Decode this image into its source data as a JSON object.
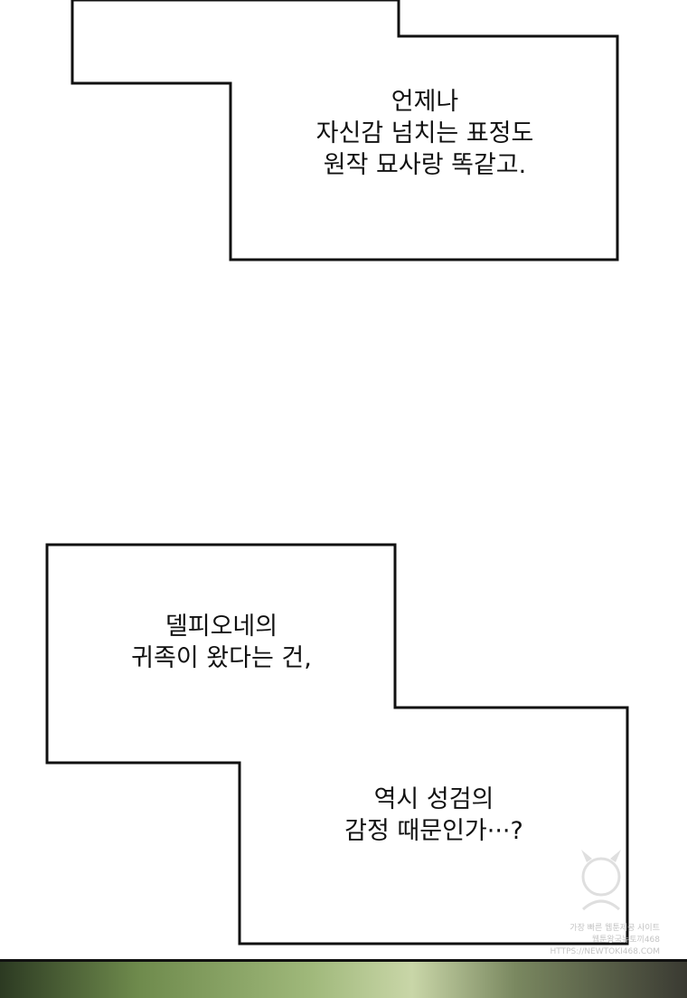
{
  "captions": [
    {
      "lines": "언제나\n자신감 넘치는 표정도\n원작 묘사랑 똑같고."
    },
    {
      "lines": "델피오네의\n귀족이 왔다는 건,"
    },
    {
      "lines": "역시 성검의\n감정 때문인가···?"
    }
  ],
  "watermark": {
    "line1": "가장 빠른 웹툰제공 사이트",
    "line2": "웹툰왕국뉴토끼468",
    "line3": "HTTPS://NEWTOKI468.COM"
  },
  "colors": {
    "border": "#111111",
    "text": "#111111",
    "background": "#ffffff"
  }
}
